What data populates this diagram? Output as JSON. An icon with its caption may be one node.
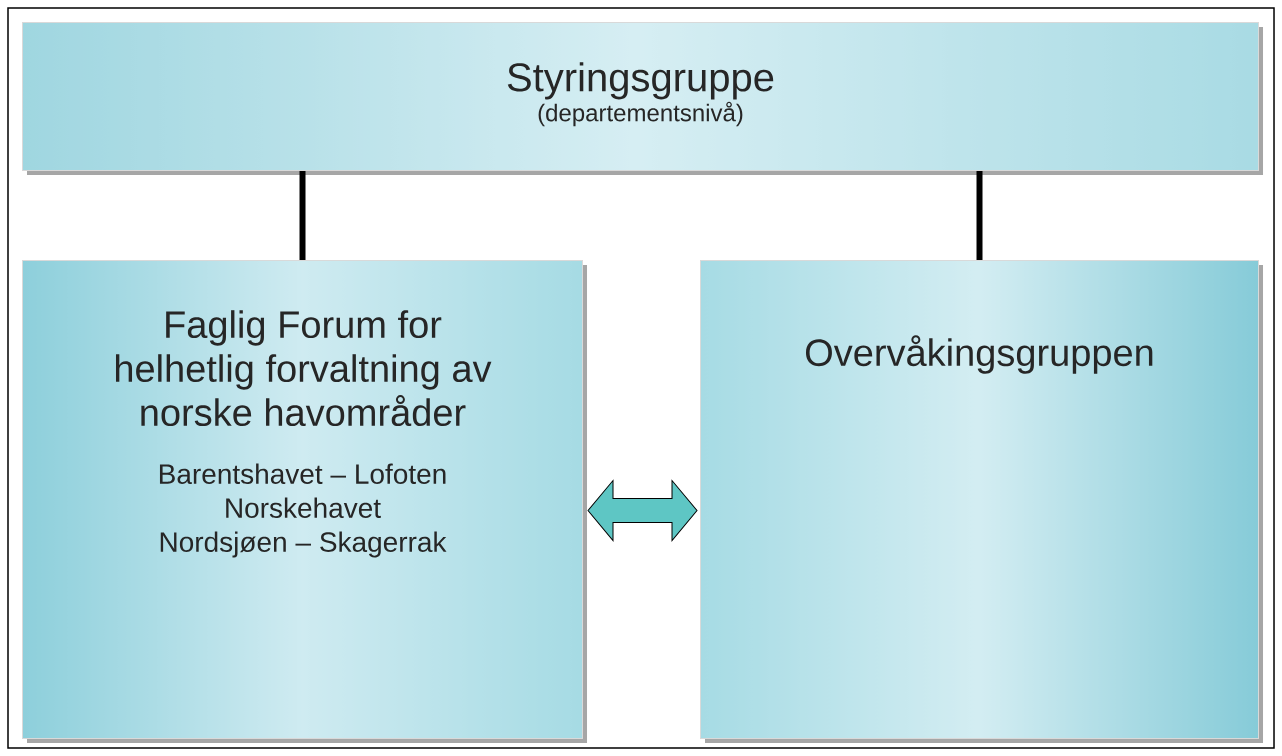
{
  "diagram": {
    "nodes": [
      {
        "text": [
          "Styringsgruppe",
          "(departementsnivå)"
        ]
      },
      {
        "text": [
          "Faglig Forum for helhetlig forvaltning av norske havområder",
          "Barentshavet – Lofoten",
          "Norskehavet",
          "Nordsjøen – Skagerrak"
        ]
      },
      {
        "text": [
          "Overvåkingsgruppen"
        ]
      }
    ],
    "edges": [
      {
        "from": 0,
        "to": 1,
        "arrow": "none"
      },
      {
        "from": 0,
        "to": 2,
        "arrow": "none"
      },
      {
        "from": 1,
        "to": 2,
        "arrow": "both"
      }
    ]
  }
}
